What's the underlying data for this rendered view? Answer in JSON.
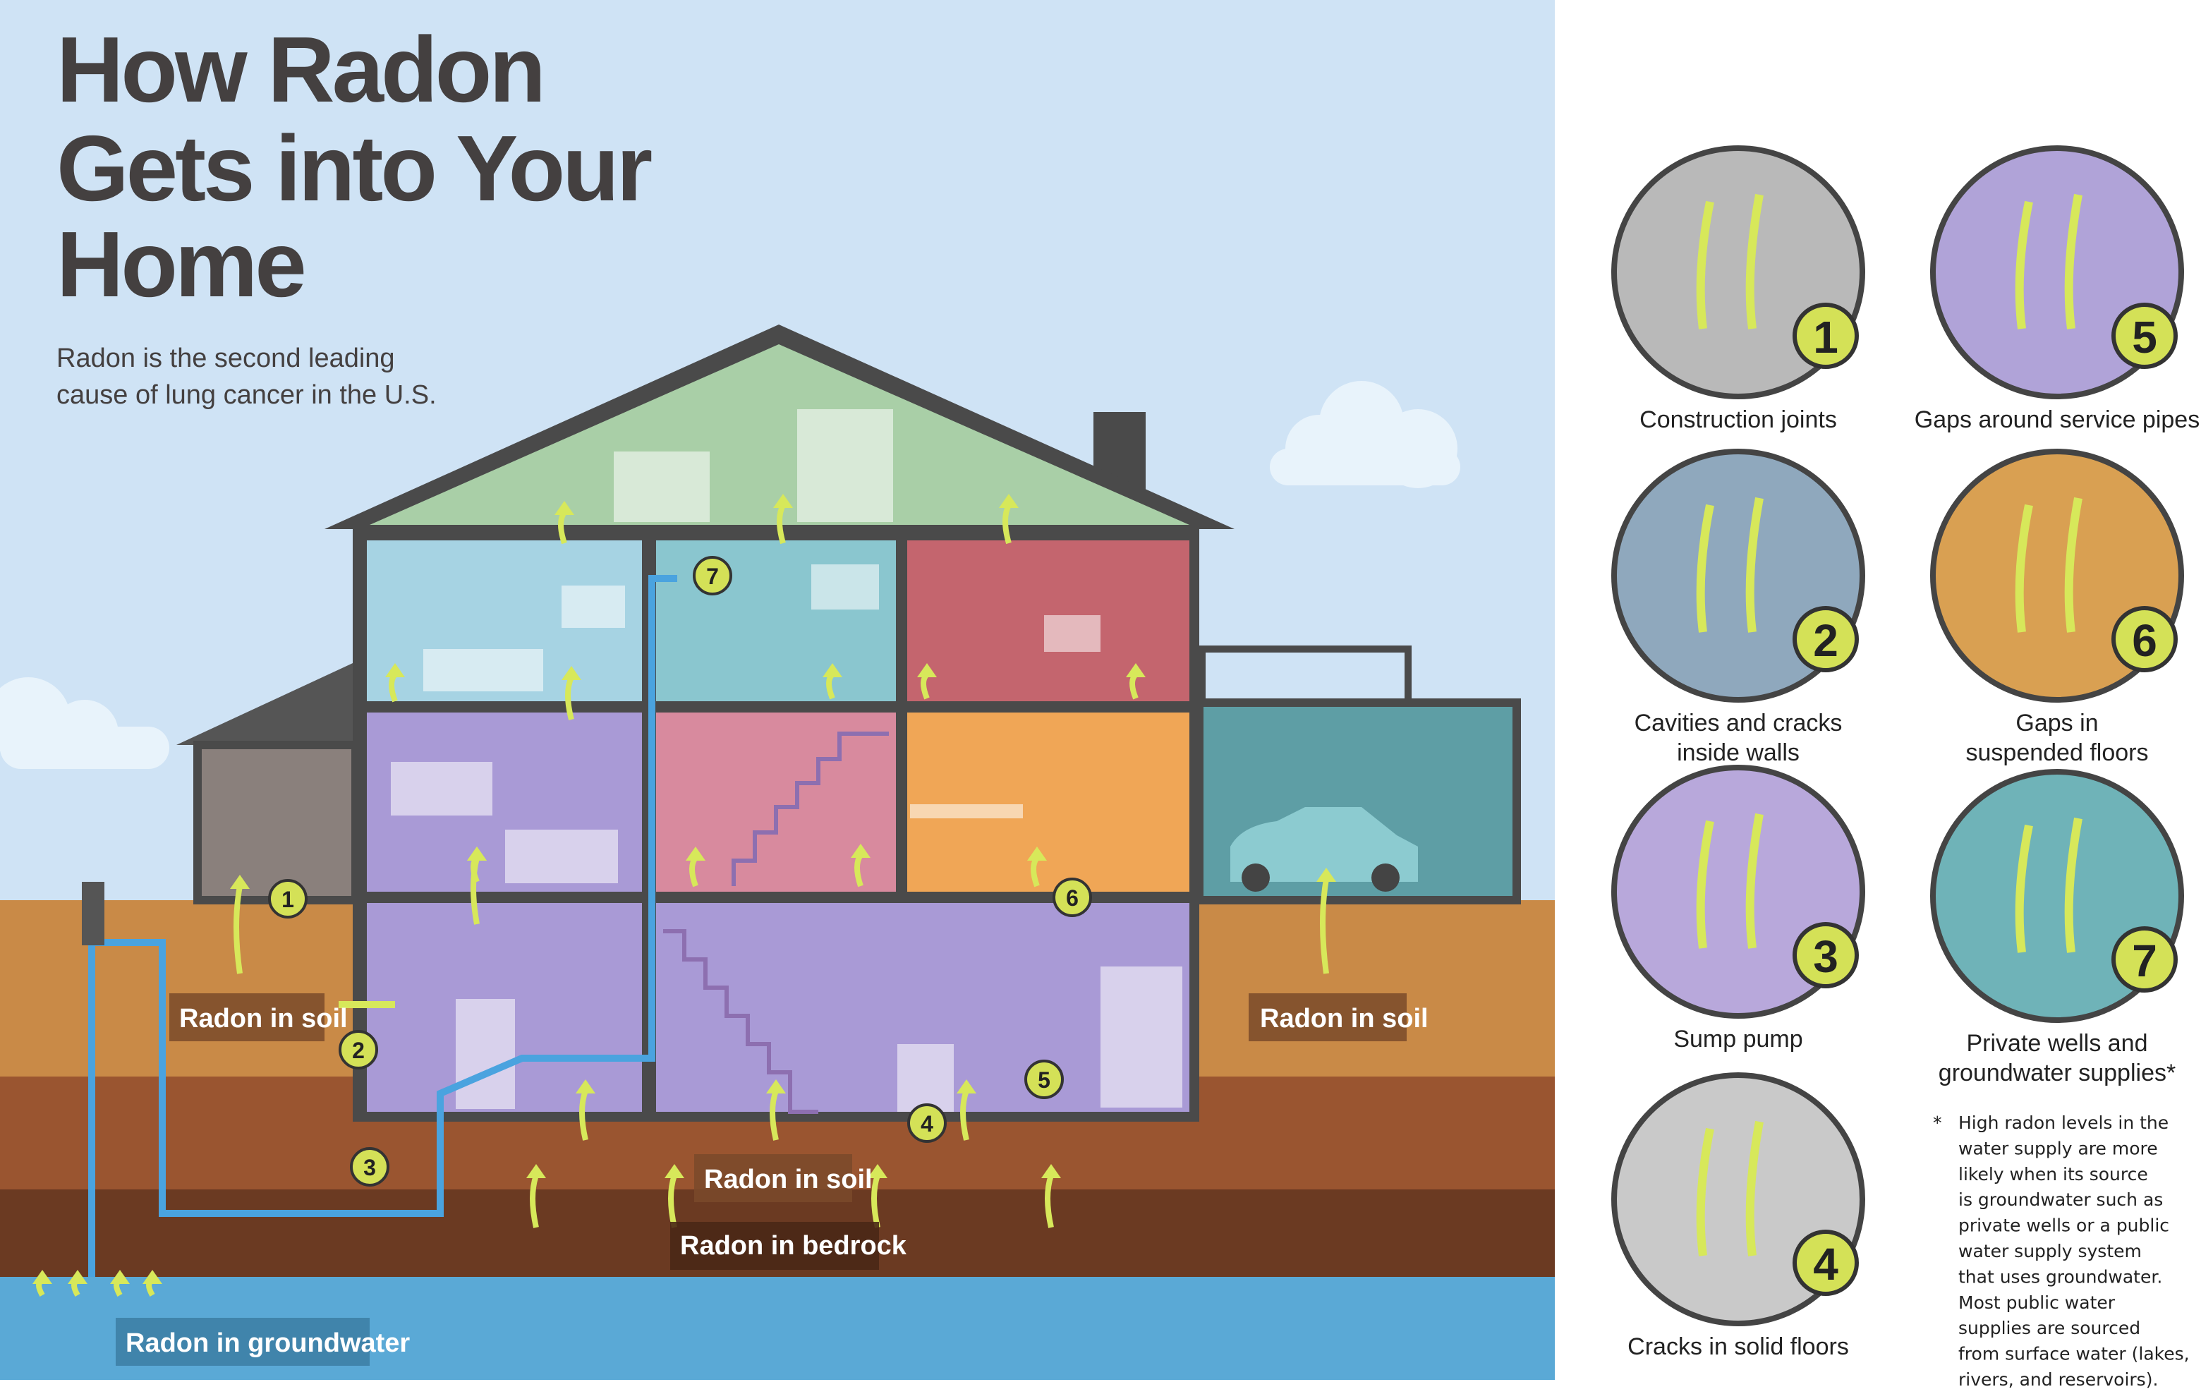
{
  "title": {
    "line1": "How Radon",
    "line2": "Gets into Your",
    "line3": "Home"
  },
  "subtitle": {
    "line1": "Radon is the second leading",
    "line2": "cause of lung cancer in the U.S."
  },
  "ground_labels": {
    "soil_left": "Radon in soil",
    "soil_right": "Radon in soil",
    "soil_center": "Radon in soil",
    "bedrock": "Radon in bedrock",
    "groundwater": "Radon in groundwater"
  },
  "entry_points": [
    {
      "number": "1",
      "label_lines": [
        "Construction joints"
      ]
    },
    {
      "number": "2",
      "label_lines": [
        "Cavities and cracks",
        "inside walls"
      ]
    },
    {
      "number": "3",
      "label_lines": [
        "Sump pump"
      ]
    },
    {
      "number": "4",
      "label_lines": [
        "Cracks in solid floors"
      ]
    },
    {
      "number": "5",
      "label_lines": [
        "Gaps around service pipes"
      ]
    },
    {
      "number": "6",
      "label_lines": [
        "Gaps in",
        "suspended floors"
      ]
    },
    {
      "number": "7",
      "label_lines": [
        "Private wells and",
        "groundwater supplies*"
      ]
    }
  ],
  "footnote": {
    "marker": "*",
    "lines": [
      "High radon levels in the",
      "water supply are more",
      "likely when its source",
      "is groundwater such as",
      "private wells or a public",
      "water supply system",
      "that uses groundwater.",
      "Most public water",
      "supplies are sourced",
      "from surface water (lakes,",
      "rivers, and reservoirs)."
    ]
  },
  "colors": {
    "sky": "#cfe3f5",
    "arrow": "#d7e85a",
    "badge": "#d4e157",
    "soil": "#c98a47",
    "bedrock": "#6b3a22",
    "water": "#5aa9d6",
    "label_bg": "#7a4a2a"
  }
}
